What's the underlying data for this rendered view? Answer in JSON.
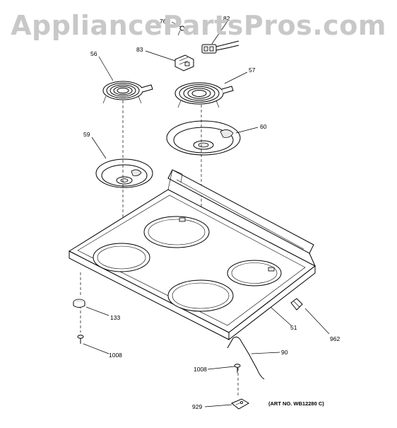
{
  "watermark": "AppliancePartsPros.com",
  "callouts": {
    "c769": "769",
    "c82": "82",
    "c83": "83",
    "c56": "56",
    "c57": "57",
    "c59": "59",
    "c60": "60",
    "c133": "133",
    "c51": "51",
    "c962": "962",
    "c1008a": "1008",
    "c90": "90",
    "c1008b": "1008",
    "c929": "929"
  },
  "art_number": "(ART NO. WB12280 C)"
}
